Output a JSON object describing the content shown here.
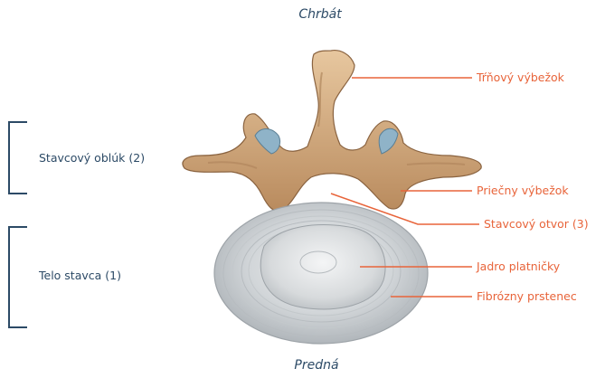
{
  "orientation": {
    "top": "Chrbát",
    "bottom": "Predná"
  },
  "groups": [
    {
      "label": "Stavcový oblúk (2)"
    },
    {
      "label": "Telo stavca (1)"
    }
  ],
  "callouts": [
    {
      "label": "Tŕňový výbežok"
    },
    {
      "label": "Priečny výbežok"
    },
    {
      "label": "Stavcový otvor (3)"
    },
    {
      "label": "Jadro platničky"
    },
    {
      "label": "Fibrózny prstenec"
    }
  ],
  "colors": {
    "bracket": "#2c4a66",
    "callout": "#e8643a",
    "bone": "#d9b48a",
    "bone_shadow": "#a97e55",
    "disc": "#c9ced2",
    "cartilage": "#8fb3c8"
  }
}
